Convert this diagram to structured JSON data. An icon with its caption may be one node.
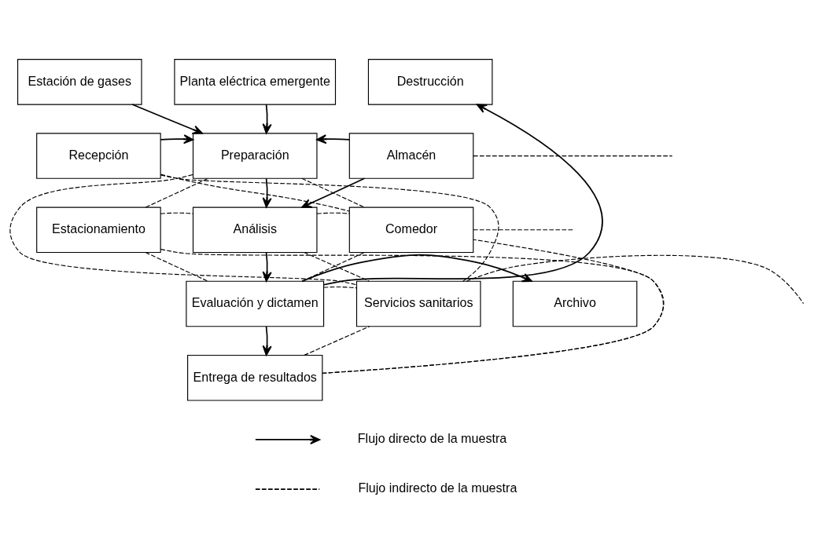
{
  "diagram": {
    "nodes": [
      {
        "text": [
          "Estación de gases"
        ]
      },
      {
        "text": [
          "Planta eléctrica emergente"
        ]
      },
      {
        "text": [
          "Destrucción"
        ]
      },
      {
        "text": [
          "Recepción"
        ]
      },
      {
        "text": [
          "Preparación"
        ]
      },
      {
        "text": [
          "Almacén"
        ]
      },
      {
        "text": [
          "Estacionamiento"
        ]
      },
      {
        "text": [
          "Análisis"
        ]
      },
      {
        "text": [
          "Comedor"
        ]
      },
      {
        "text": [
          "Archivo"
        ]
      },
      {
        "text": [
          "Evaluación y dictamen"
        ]
      },
      {
        "text": [
          "Servicios sanitarios"
        ]
      },
      {
        "text": [
          "Entrega de resultados"
        ]
      }
    ],
    "edges": [
      {
        "from": 0,
        "to": 4,
        "arrow": "to"
      },
      {
        "from": 1,
        "to": 4,
        "arrow": "to"
      },
      {
        "from": 3,
        "to": 4,
        "arrow": "to"
      },
      {
        "from": 5,
        "to": 4,
        "arrow": "to"
      },
      {
        "from": 4,
        "to": 7,
        "arrow": "to"
      },
      {
        "from": 5,
        "to": 7,
        "arrow": "to"
      },
      {
        "from": 7,
        "to": 10,
        "arrow": "to"
      },
      {
        "from": 10,
        "to": 9,
        "arrow": "to"
      },
      {
        "from": 10,
        "to": 2,
        "arrow": "to"
      },
      {
        "from": 10,
        "to": 12,
        "arrow": "to"
      },
      {
        "from": 6,
        "to": 4,
        "arrow": "none",
        "style": "dashed"
      },
      {
        "from": 6,
        "to": 7,
        "arrow": "none",
        "style": "dashed"
      },
      {
        "from": 6,
        "to": 10,
        "arrow": "none",
        "style": "dashed"
      },
      {
        "from": 6,
        "to": 12,
        "arrow": "none",
        "style": "dashed"
      },
      {
        "from": 3,
        "to": 8,
        "arrow": "none",
        "style": "dashed"
      },
      {
        "from": 3,
        "to": 11,
        "arrow": "none",
        "style": "dashed"
      },
      {
        "from": 4,
        "to": 8,
        "arrow": "none",
        "style": "dashed"
      },
      {
        "from": 4,
        "to": 11,
        "arrow": "none",
        "style": "dashed"
      },
      {
        "from": 7,
        "to": 8,
        "arrow": "none",
        "style": "dashed"
      },
      {
        "from": 7,
        "to": 11,
        "arrow": "none",
        "style": "dashed"
      },
      {
        "from": 10,
        "to": 8,
        "arrow": "none",
        "style": "dashed"
      },
      {
        "from": 10,
        "to": 11,
        "arrow": "none",
        "style": "dashed"
      },
      {
        "from": 12,
        "to": 8,
        "arrow": "none",
        "style": "dashed"
      },
      {
        "from": 12,
        "to": 11,
        "arrow": "none",
        "style": "dashed"
      },
      {
        "from": 5,
        "to": null,
        "arrow": "none",
        "style": "dashed"
      },
      {
        "from": 8,
        "to": null,
        "arrow": "none",
        "style": "dashed"
      },
      {
        "from": 11,
        "to": null,
        "arrow": "none",
        "style": "dashed"
      }
    ],
    "legend": [
      {
        "text": "Flujo directo de la muestra"
      },
      {
        "text": "Flujo indirecto de la muestra"
      }
    ]
  }
}
